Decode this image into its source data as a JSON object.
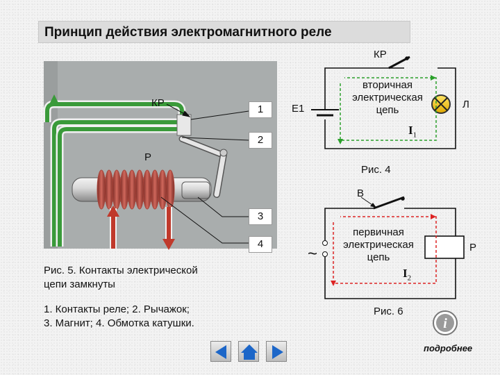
{
  "title": "Принцип действия электромагнитного реле",
  "relay_figure": {
    "kr_label": "КР",
    "p_label": "Р",
    "callout_1": "1",
    "callout_2": "2",
    "callout_3": "3",
    "callout_4": "4",
    "caption_line1": "Рис. 5. Контакты электрической",
    "caption_line2": "цепи замкнуты"
  },
  "legend": {
    "line1": "1. Контакты реле; 2. Рычажок;",
    "line2": "3. Магнит; 4. Обмотка катушки."
  },
  "fig4": {
    "kr_label": "КР",
    "e1_label": "Е1",
    "l_label": "Л",
    "circuit_line1": "вторичная",
    "circuit_line2": "электрическая",
    "circuit_line3": "цепь",
    "current_symbol": "I",
    "current_index": "1",
    "caption": "Рис. 4"
  },
  "fig6": {
    "b_label": "В",
    "p_label": "Р",
    "ac_symbol": "~",
    "circuit_line1": "первичная",
    "circuit_line2": "электрическая",
    "circuit_line3": "цепь",
    "current_symbol": "I",
    "current_index": "2",
    "caption": "Рис. 6"
  },
  "navigation": {
    "more_label": "подробнее",
    "info_letter": "i"
  },
  "colors": {
    "green_wire": "#3a9a3a",
    "red_wire": "#c0392b",
    "coil": "#a8443a",
    "dash_green": "#2aa02a",
    "dash_red": "#dd2222",
    "nav_blue": "#1c66c8"
  }
}
